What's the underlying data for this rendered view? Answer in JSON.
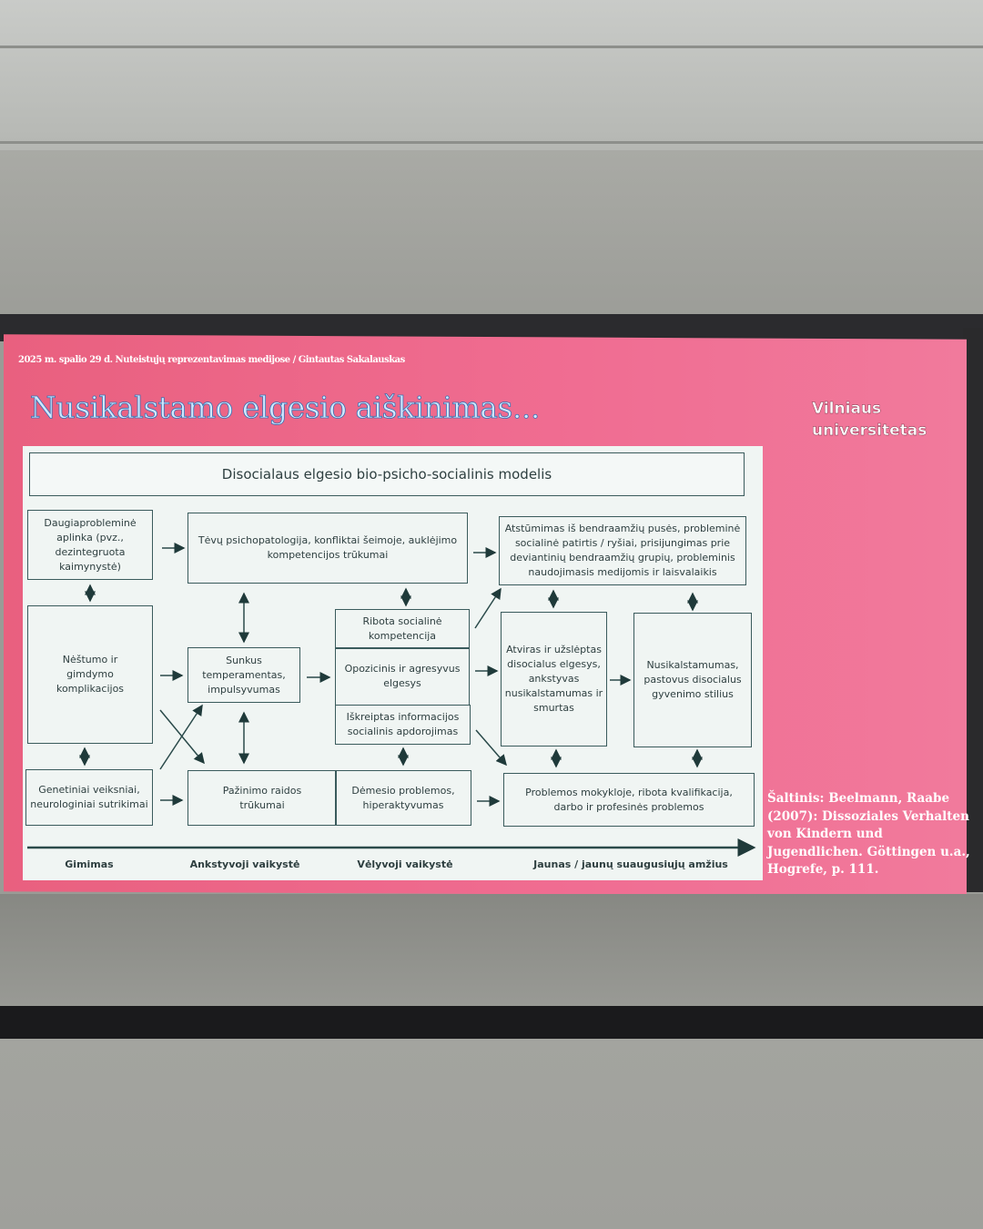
{
  "slide": {
    "meta_line": "2025 m. spalio 29 d. Nuteistųjų reprezentavimas medijose / Gintautas Sakalauskas",
    "title": "Nusikalstamo elgesio aiškinimas...",
    "logo_line1": "Vilniaus",
    "logo_line2": "universitetas",
    "source": "Šaltinis: Beelmann, Raabe (2007): Dissoziales Verhalten von Kindern und Jugendlichen. Göttingen u.a., Hogrefe, p. 111."
  },
  "diagram": {
    "header": "Disocialaus elgesio bio-psicho-socialinis modelis",
    "boxes": {
      "multiproblem": "Daugiaprobleminė aplinka (pvz., dezintegruota kaimynystė)",
      "parents": "Tėvų psichopatologija, konfliktai šeimoje, auklėjimo kompetencijos trūkumai",
      "rejection": "Atstūmimas iš bendraamžių pusės, probleminė socialinė patirtis / ryšiai, prisijungimas prie deviantinių bendraamžių grupių, probleminis naudojimasis medijomis ir laisvalaikis",
      "pregnancy": "Nėštumo ir gimdymo komplikacijos",
      "temperament": "Sunkus temperamentas, impulsyvumas",
      "social_competence": "Ribota socialinė kompetencija",
      "oppositional": "Opozicinis ir agresyvus elgesys",
      "info_processing": "Iškreiptas informacijos socialinis apdorojimas",
      "open_hidden": "Atviras ir užslėptas disocialus elgesys, ankstyvas nusikalstamumas ir smurtas",
      "criminality": "Nusikalstamumas, pastovus disocialus gyvenimo stilius",
      "genetic": "Genetiniai veiksniai, neurologiniai sutrikimai",
      "cognitive": "Pažinimo raidos trūkumai",
      "attention": "Dėmesio problemos, hiperaktyvumas",
      "school": "Problemos mokykloje, ribota kvalifikacija, darbo ir profesinės problemos"
    },
    "timeline": [
      "Gimimas",
      "Ankstyvoji vaikystė",
      "Vėlyvoji vaikystė",
      "Jaunas / jaunų suaugusiųjų amžius"
    ]
  }
}
